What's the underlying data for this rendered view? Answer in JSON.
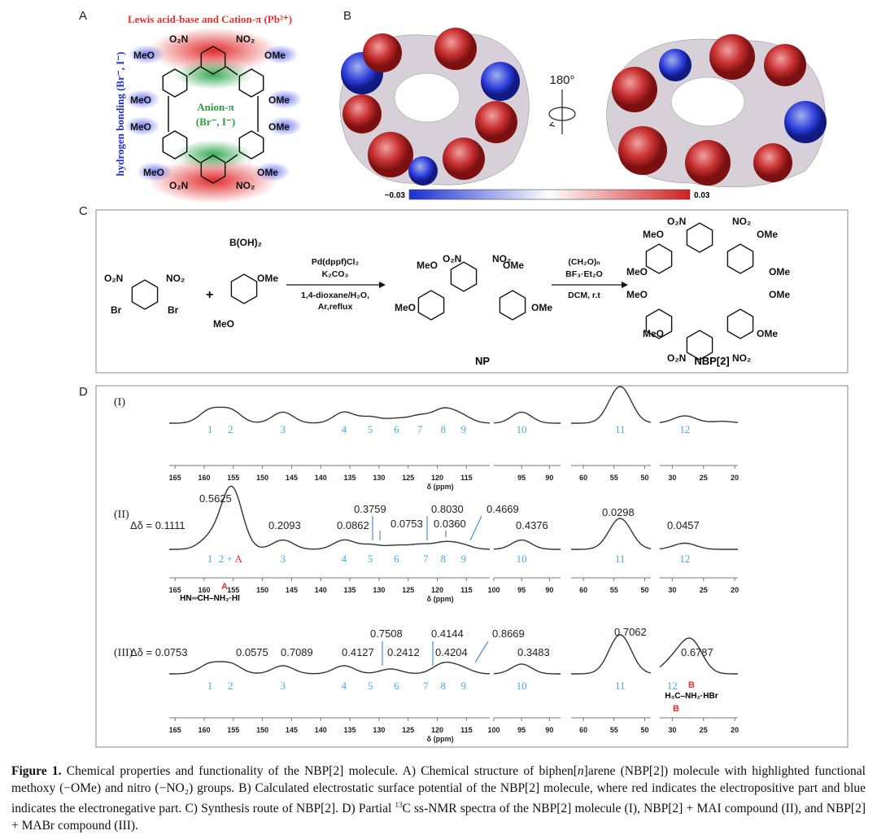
{
  "panelA": {
    "label": "A",
    "title": "Lewis acid-base and Cation-π (Pb²⁺)",
    "side_label": "hydrogen bonding (Br⁻, I⁻)",
    "anion_label": "Anion-π",
    "anion_ions": "(Br⁻, I⁻)",
    "no2": "NO₂",
    "o2n": "O₂N",
    "meo": "MeO",
    "ome": "OMe"
  },
  "panelB": {
    "label": "B",
    "rotation": "180°",
    "colorbar_min": "−0.03",
    "colorbar_max": "0.03",
    "colors": {
      "negative": "#1a2fd0",
      "neutral": "#ffffff",
      "positive": "#d02020"
    }
  },
  "panelC": {
    "label": "C",
    "sm1": {
      "o2n": "O₂N",
      "no2": "NO₂",
      "br1": "Br",
      "br2": "Br"
    },
    "plus": "+",
    "sm2": {
      "boronic": "B(OH)₂",
      "ome": "OMe",
      "meo": "MeO"
    },
    "step1": [
      "Pd(dppf)Cl₂",
      "K₂CO₃",
      "1,4-dioxane/H₂O,",
      "Ar,reflux"
    ],
    "np": {
      "meo1": "MeO",
      "o2n": "O₂N",
      "no2": "NO₂",
      "ome1": "OMe",
      "meo2": "MeO",
      "ome2": "OMe",
      "name": "NP"
    },
    "step2": [
      "(CH₂O)ₙ",
      "BF₃·Et₂O",
      "DCM, r.t"
    ],
    "nbp": {
      "name": "NBP[2]",
      "o2n": "O₂N",
      "no2": "NO₂",
      "meo": "MeO",
      "ome": "OMe"
    }
  },
  "panelD": {
    "label": "D",
    "xlabel": "δ (ppm)",
    "delta_prefix": "Δδ = ",
    "compound_A": "HN═CH–NH₂·HI",
    "compound_A_mark": "A",
    "compound_B": "H₃C–NH₂·HBr",
    "compound_B_mark": "B",
    "peak_label_color": "#4aa8e0"
  },
  "chart_data": {
    "type": "line",
    "xlabel": "δ (ppm)",
    "x_segments": [
      [
        166,
        111
      ],
      [
        100,
        88
      ],
      [
        62,
        49
      ],
      [
        32,
        19.5
      ]
    ],
    "ticks": [
      165,
      160,
      155,
      150,
      145,
      140,
      135,
      130,
      125,
      120,
      115,
      100,
      95,
      90,
      60,
      55,
      50,
      30,
      25,
      20
    ],
    "series": [
      {
        "name": "(I)",
        "peaks": [
          {
            "ppm": 159,
            "h": 0.35
          },
          {
            "ppm": 155.5,
            "h": 0.35
          },
          {
            "ppm": 146.5,
            "h": 0.3
          },
          {
            "ppm": 136,
            "h": 0.3
          },
          {
            "ppm": 131.5,
            "h": 0.17
          },
          {
            "ppm": 127,
            "h": 0.12
          },
          {
            "ppm": 123,
            "h": 0.2
          },
          {
            "ppm": 119,
            "h": 0.35
          },
          {
            "ppm": 116,
            "h": 0.2
          },
          {
            "ppm": 95,
            "h": 0.3
          },
          {
            "ppm": 54,
            "h": 1.0
          },
          {
            "ppm": 28,
            "h": 0.2
          },
          {
            "ppm": 22,
            "h": 0.05
          }
        ],
        "labels": [
          {
            "t": "1",
            "ppm": 159
          },
          {
            "t": "2",
            "ppm": 155.5
          },
          {
            "t": "3",
            "ppm": 146.5
          },
          {
            "t": "4",
            "ppm": 136
          },
          {
            "t": "5",
            "ppm": 131.5
          },
          {
            "t": "6",
            "ppm": 127
          },
          {
            "t": "7",
            "ppm": 123
          },
          {
            "t": "8",
            "ppm": 119
          },
          {
            "t": "9",
            "ppm": 115.5
          },
          {
            "t": "10",
            "ppm": 95
          },
          {
            "t": "11",
            "ppm": 54
          },
          {
            "t": "12",
            "ppm": 28
          }
        ],
        "delta_values": []
      },
      {
        "name": "(II)",
        "peaks": [
          {
            "ppm": 159,
            "h": 0.35
          },
          {
            "ppm": 155.3,
            "h": 2.0
          },
          {
            "ppm": 146.5,
            "h": 0.3
          },
          {
            "ppm": 136,
            "h": 0.3
          },
          {
            "ppm": 131.5,
            "h": 0.15
          },
          {
            "ppm": 127,
            "h": 0.12
          },
          {
            "ppm": 123,
            "h": 0.15
          },
          {
            "ppm": 119,
            "h": 0.2
          },
          {
            "ppm": 116,
            "h": 0.15
          },
          {
            "ppm": 95,
            "h": 0.3
          },
          {
            "ppm": 54,
            "h": 1.0
          },
          {
            "ppm": 28,
            "h": 0.2
          }
        ],
        "labels": [
          {
            "t": "1",
            "ppm": 159
          },
          {
            "t": "2 + A",
            "ppm": 155.5
          },
          {
            "t": "3",
            "ppm": 146.5
          },
          {
            "t": "4",
            "ppm": 136
          },
          {
            "t": "5",
            "ppm": 131.5
          },
          {
            "t": "6",
            "ppm": 127
          },
          {
            "t": "7",
            "ppm": 122
          },
          {
            "t": "8",
            "ppm": 119
          },
          {
            "t": "9",
            "ppm": 115.5
          },
          {
            "t": "10",
            "ppm": 95
          },
          {
            "t": "11",
            "ppm": 54
          },
          {
            "t": "12",
            "ppm": 28
          }
        ],
        "delta_values": [
          "0.1111",
          "0.5625",
          "0.2093",
          "0.0862",
          "0.3759",
          "0.0753",
          "0.8030",
          "0.0360",
          "0.4669",
          "0.4376",
          "0.0298",
          "0.0457"
        ]
      },
      {
        "name": "(III)",
        "peaks": [
          {
            "ppm": 159,
            "h": 0.3
          },
          {
            "ppm": 155.5,
            "h": 0.3
          },
          {
            "ppm": 146.5,
            "h": 0.25
          },
          {
            "ppm": 136,
            "h": 0.25
          },
          {
            "ppm": 128,
            "h": 0.15
          },
          {
            "ppm": 119,
            "h": 0.3
          },
          {
            "ppm": 116,
            "h": 0.18
          },
          {
            "ppm": 95,
            "h": 0.3
          },
          {
            "ppm": 54,
            "h": 1.2
          },
          {
            "ppm": 30,
            "h": 0.35
          },
          {
            "ppm": 27,
            "h": 1.0
          }
        ],
        "labels": [
          {
            "t": "1",
            "ppm": 159
          },
          {
            "t": "2",
            "ppm": 155.5
          },
          {
            "t": "3",
            "ppm": 146.5
          },
          {
            "t": "4",
            "ppm": 136
          },
          {
            "t": "5",
            "ppm": 131.5
          },
          {
            "t": "6",
            "ppm": 127
          },
          {
            "t": "7",
            "ppm": 122
          },
          {
            "t": "8",
            "ppm": 119
          },
          {
            "t": "9",
            "ppm": 115.5
          },
          {
            "t": "10",
            "ppm": 95
          },
          {
            "t": "11",
            "ppm": 54
          },
          {
            "t": "12",
            "ppm": 30
          }
        ],
        "delta_values": [
          "0.0753",
          "0.0575",
          "0.7089",
          "0.4127",
          "0.7508",
          "0.2412",
          "0.4144",
          "0.4204",
          "0.8669",
          "0.3483",
          "0.7062",
          "0.6787"
        ]
      }
    ]
  },
  "caption": {
    "fig": "Figure 1.",
    "p1": " Chemical properties and functionality of the NBP[2] molecule. A) Chemical structure of biphen[",
    "n": "n",
    "p2": "]arene (NBP[2]) molecule with highlighted functional methoxy (−OMe) and nitro (−NO₂) groups. B) Calculated electrostatic surface potential of the NBP[2] molecule, where red indicates the electropositive part and blue indicates the electronegative part. C) Synthesis route of NBP[2]. D) Partial ",
    "sup": "13",
    "p3": "C ss-NMR spectra of the NBP[2] molecule (I), NBP[2] + MAI compound (II), and NBP[2] + MABr compound (III)."
  }
}
